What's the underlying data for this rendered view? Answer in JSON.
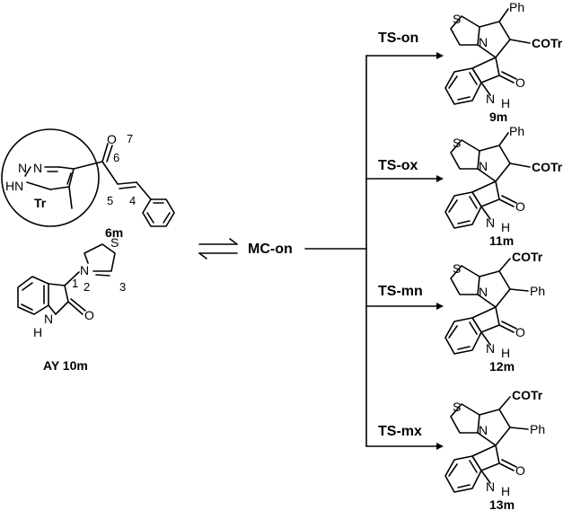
{
  "left": {
    "triazole": {
      "atom_n1": "N",
      "atom_n2": "N",
      "atom_nh": "HN",
      "tag": "Tr"
    },
    "enone": {
      "oxygen": "O",
      "num_7": "7",
      "num_6": "6",
      "num_5": "5",
      "num_4": "4"
    },
    "compound_6m": "6m",
    "ylide": {
      "sulfur": "S",
      "n_plus": "N",
      "num_1": "1",
      "num_2": "2",
      "num_3": "3",
      "oxygen": "O",
      "nh_n": "N",
      "nh_h": "H"
    },
    "compound_ay": "AY 10m"
  },
  "center": {
    "complex": "MC-on"
  },
  "routes": [
    {
      "ts": "TS-on",
      "product": "9m",
      "top_sub": "Ph",
      "right_sub": "COTr"
    },
    {
      "ts": "TS-ox",
      "product": "11m",
      "top_sub": "Ph",
      "right_sub": "COTr"
    },
    {
      "ts": "TS-mn",
      "product": "12m",
      "top_sub": "COTr",
      "right_sub": "Ph"
    },
    {
      "ts": "TS-mx",
      "product": "13m",
      "top_sub": "COTr",
      "right_sub": "Ph"
    }
  ],
  "product_atoms": {
    "sulfur": "S",
    "nitrogen": "N",
    "oxygen": "O",
    "nh_n": "N",
    "nh_h": "H"
  }
}
